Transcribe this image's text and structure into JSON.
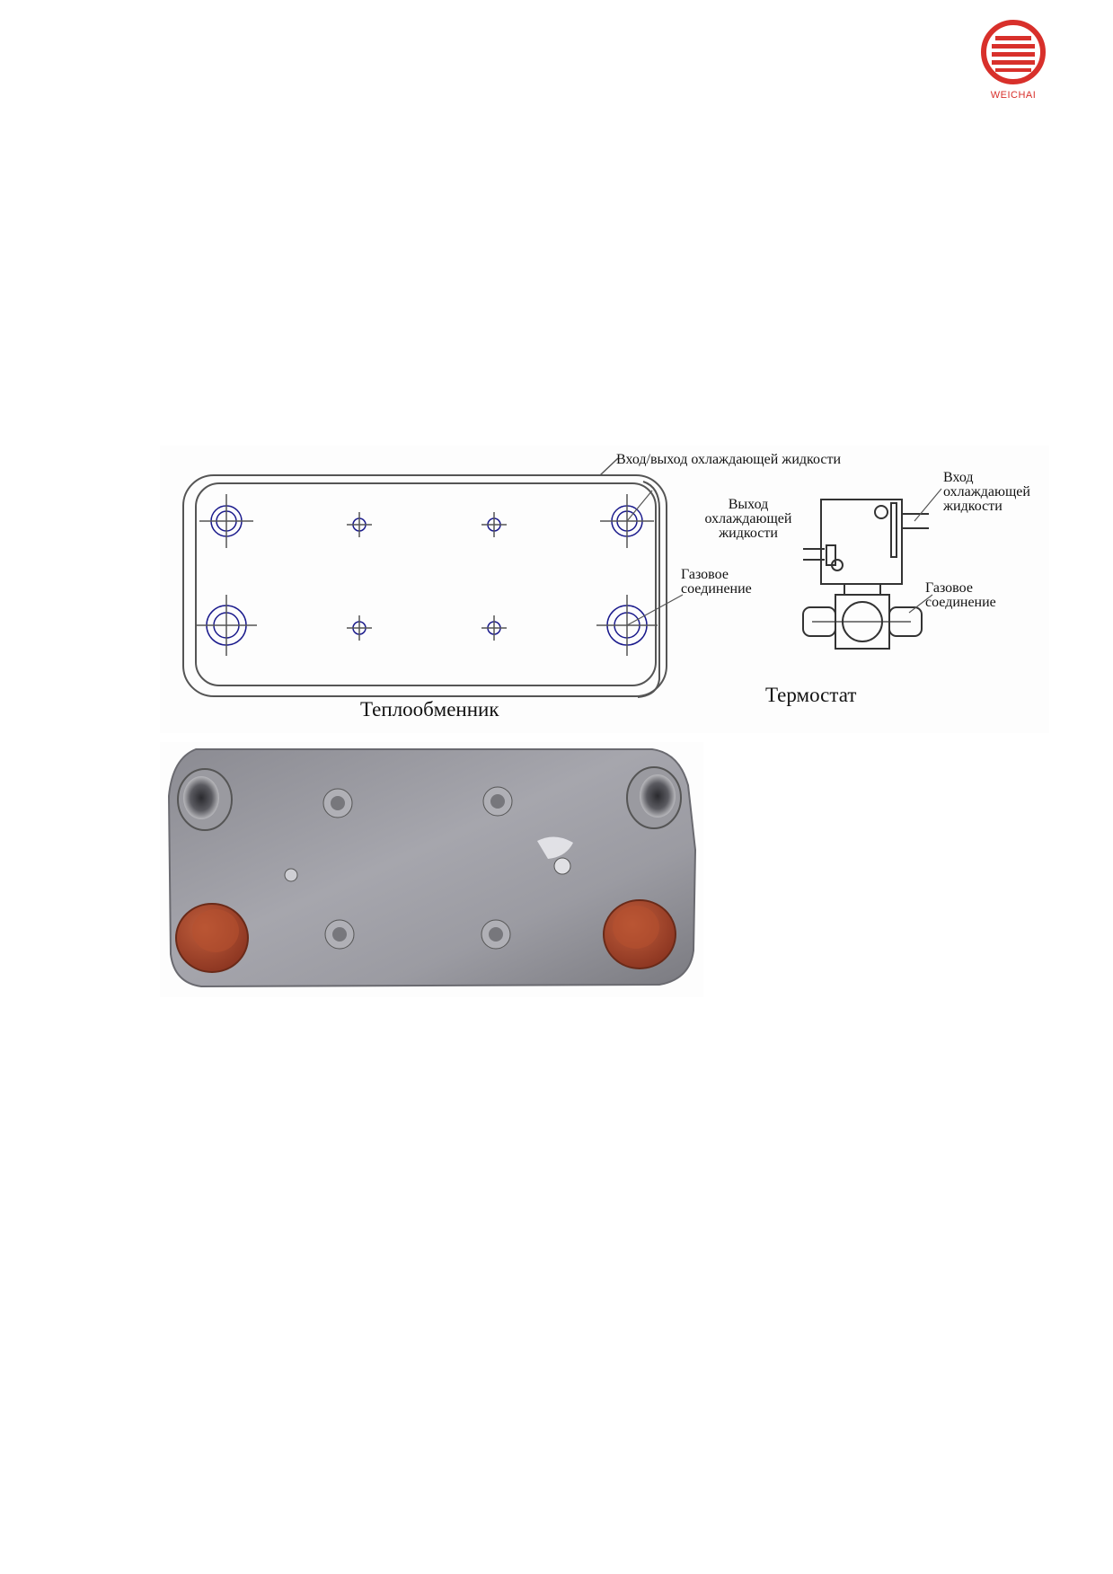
{
  "header": {
    "logo_text": "WEICHAI",
    "brand_color": "#d8302b"
  },
  "heat_exchanger_drawing": {
    "label_coolant_in_out": "Вход/выход охлаждающей жидкости",
    "label_gas_connection": "Газовое соединение",
    "caption": "Теплообменник",
    "line_color": "#555555",
    "marker_color": "#1a1a8c"
  },
  "thermostat_drawing": {
    "label_coolant_outlet": "Выход охлаждающей жидкости",
    "label_coolant_inlet": "Вход охлаждающей жидкости",
    "label_gas_connection": "Газовое соединение",
    "caption": "Термостат"
  },
  "photo": {
    "subject": "heat-exchanger-photo",
    "plug_color": "#a4452a",
    "plate_color": "#9a9aa0"
  }
}
